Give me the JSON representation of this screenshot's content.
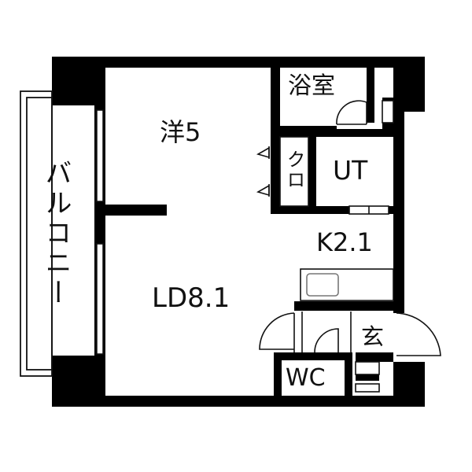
{
  "rooms": {
    "western": "洋5",
    "bath": "浴室",
    "closet": "クロ",
    "utility": "UT",
    "kitchen": "K2.1",
    "living_dining": "LD8.1",
    "toilet": "WC",
    "entrance": "玄",
    "balcony": "バルコニー"
  },
  "colors": {
    "wall": "#000000",
    "line": "#111111",
    "fixture": "#777777",
    "background": "#ffffff"
  }
}
